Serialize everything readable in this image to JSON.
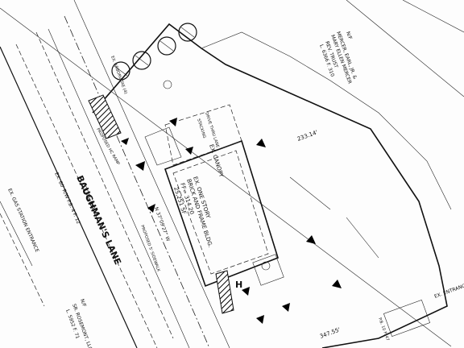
{
  "road": {
    "name": "BAUGHMAN'S LANE",
    "type": "LOCAL ROAD",
    "row": "EX. 60' R/W P.B. 4 P. 12",
    "gas_entrance": "EX. GAS STATION ENTRANCE"
  },
  "building": {
    "line1": "EX. ONE STORY",
    "line2": "BRICK AND FRAME BLDG.",
    "line3": "FF= 314.20",
    "line4": "25,251 SF"
  },
  "canopy": "EX. CANOPY",
  "owners": {
    "north": {
      "label": "N/F",
      "lines": [
        "MERCER, EARL, JR. &",
        "MARY ELLEN MERCER",
        "REV. TRUST",
        "L. 6366 F. 310"
      ]
    },
    "south": {
      "label": "N/F",
      "lines": [
        "SR. ROSEMONT, LLC",
        "L. 5952 F. 71"
      ]
    }
  },
  "dimensions": {
    "north_line": "233.14'",
    "west_line": "N 37°09'27\" W",
    "south_line": "347.55'"
  },
  "labels": {
    "ex_entrance": "EX. ENTRANCE",
    "ex_sidewalk": "PROPOSED 5' SIDEWALK",
    "prop_ramp": "PROPOSED HC RAMP",
    "ex_arborvitae": "EX. ARBORVITAE (4)",
    "drive_thru": "DRIVE THRU LANE",
    "stacking": "STACKING",
    "pb_note": "P.B. 10 P. 47"
  },
  "colors": {
    "ink": "#111111",
    "paper": "#fdfdfd"
  }
}
